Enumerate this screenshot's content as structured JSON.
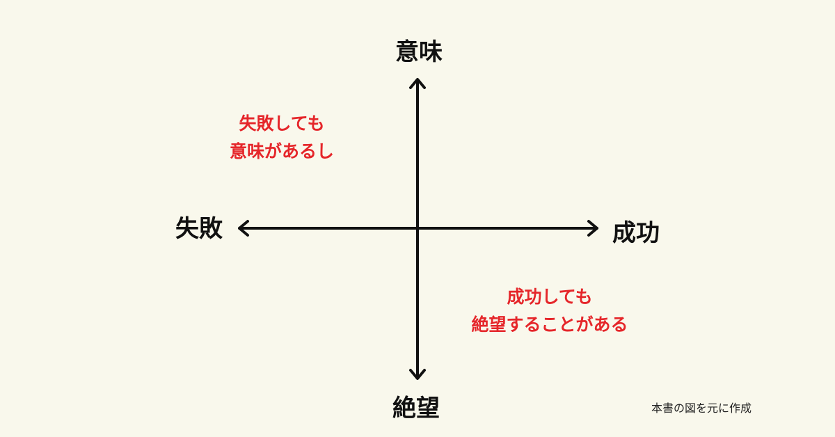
{
  "diagram": {
    "axes": {
      "top": "意味",
      "bottom": "絶望",
      "left": "失敗",
      "right": "成功"
    },
    "quadrant_notes": {
      "top_left": [
        "失敗しても",
        "意味があるし"
      ],
      "bottom_right": [
        "成功しても",
        "絶望することがある"
      ]
    },
    "source": "本書の図を元に作成"
  },
  "colors": {
    "background": "#f9f8ec",
    "axis": "#111111",
    "note": "#e5262a"
  }
}
